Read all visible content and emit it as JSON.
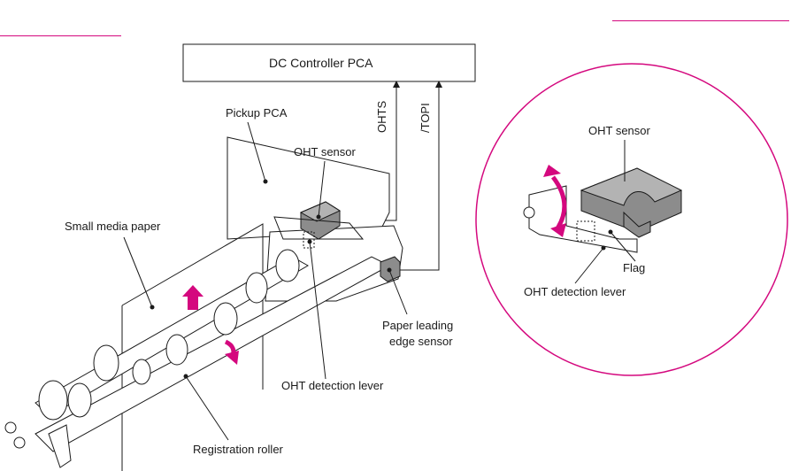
{
  "diagram": {
    "controller_box": "DC Controller PCA",
    "signals": {
      "ohts": "OHTS",
      "topi": "/TOPI"
    },
    "labels": {
      "pickup_pca": "Pickup PCA",
      "oht_sensor": "OHT sensor",
      "small_media": "Small media paper",
      "leading_edge_line1": "Paper leading",
      "leading_edge_line2": "edge sensor",
      "oht_detection_lever": "OHT detection lever",
      "registration_roller": "Registration roller"
    },
    "detail": {
      "oht_sensor": "OHT sensor",
      "flag": "Flag",
      "oht_detection_lever": "OHT detection lever"
    }
  },
  "colors": {
    "accent": "#d4087e",
    "sensor_gray": "#8c8c8c",
    "line": "#1a1a1a"
  }
}
